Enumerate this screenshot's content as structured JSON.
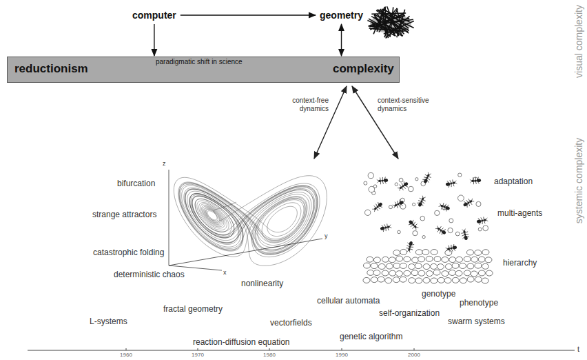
{
  "diagram": {
    "nodes": [
      {
        "text": [
          "computer"
        ]
      },
      {
        "text": [
          "geometry"
        ]
      },
      {
        "text": [
          "paradigmatic shift in science"
        ]
      },
      {
        "text": [
          "reductionism"
        ],
        "in": 2
      },
      {
        "text": [
          "complexity"
        ],
        "in": 2
      }
    ],
    "edges": [
      {
        "from": 0,
        "to": 1,
        "arrow": "to"
      },
      {
        "from": 0,
        "to": 2,
        "arrow": "to"
      },
      {
        "from": 1,
        "to": 2,
        "arrow": "both"
      },
      {
        "from": 3,
        "to": 4,
        "arrow": "to"
      }
    ],
    "labels": [
      "visual complexity",
      "systemic complexity",
      "context-free dynamics",
      "context-sensitive dynamics",
      "z",
      "x",
      "y",
      "bifurcation",
      "strange attractors",
      "catastrophic folding",
      "deterministic chaos",
      "nonlinearity",
      "fractal geometry",
      "L-systems",
      "vectorfields",
      "reaction-diffusion equation",
      "cellular automata",
      "genetic algorithm",
      "self-organization",
      "genotype",
      "phenotype",
      "swarm systems",
      "adaptation",
      "multi-agents",
      "hierarchy",
      "1960",
      "1970",
      "1980",
      "1990",
      "2000",
      "t"
    ]
  }
}
